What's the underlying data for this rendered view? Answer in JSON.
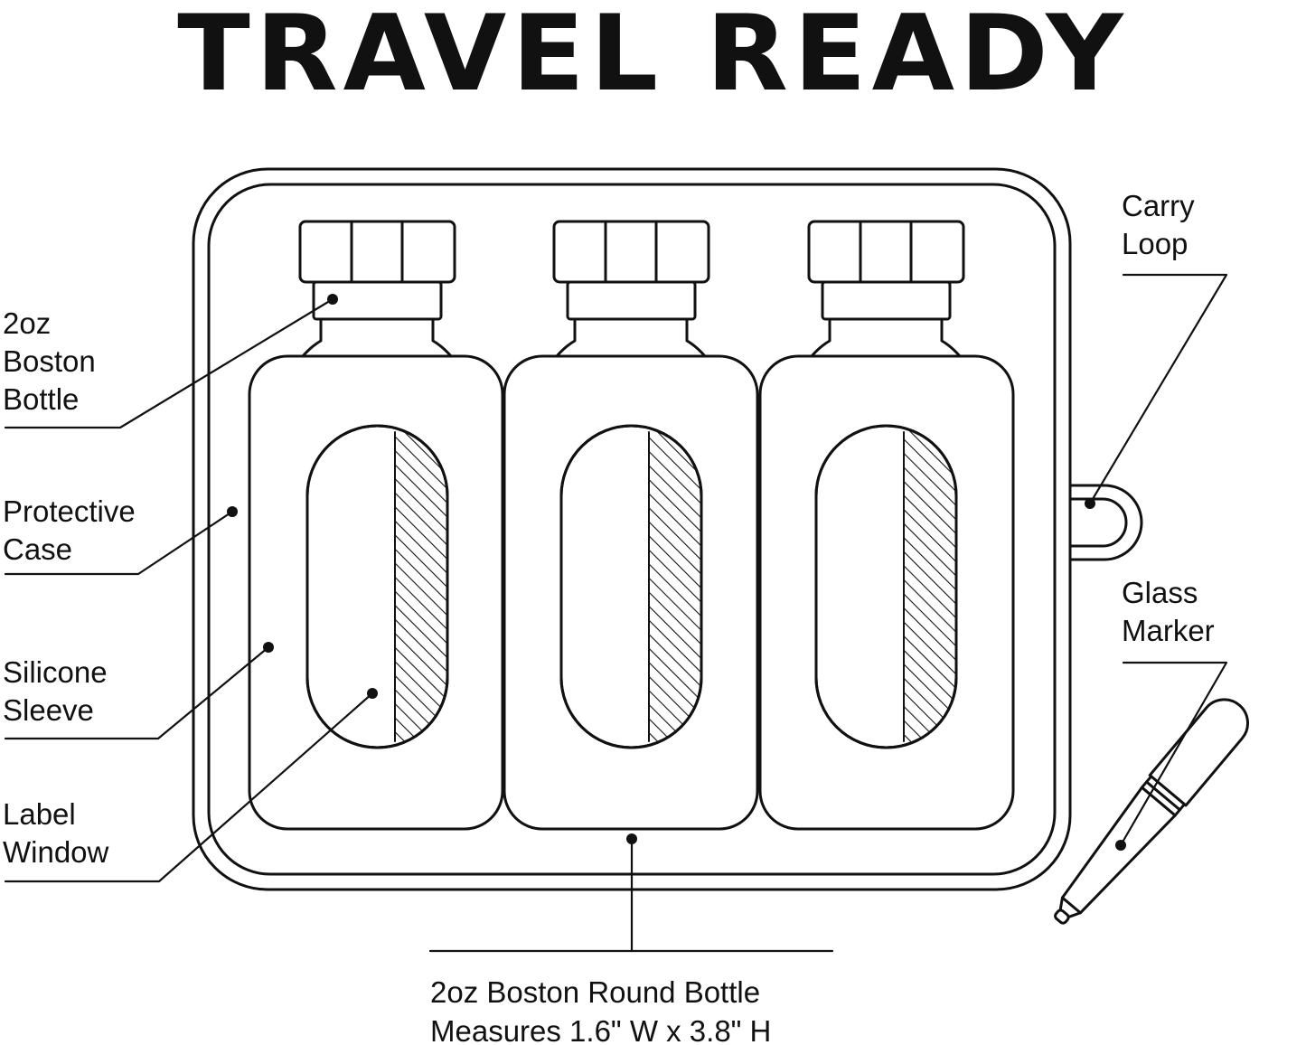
{
  "title": "TRAVEL READY",
  "labels": {
    "boston_bottle": [
      "2oz",
      "Boston",
      "Bottle"
    ],
    "protective_case": [
      "Protective",
      "Case"
    ],
    "silicone_sleeve": [
      "Silicone",
      "Sleeve"
    ],
    "label_window": [
      "Label",
      "Window"
    ],
    "carry_loop": [
      "Carry",
      "Loop"
    ],
    "glass_marker": [
      "Glass",
      "Marker"
    ]
  },
  "caption": {
    "line1": "2oz Boston Round Bottle",
    "line2": "Measures 1.6\" W x 3.8\" H"
  },
  "colors": {
    "ink": "#111111",
    "background": "#ffffff"
  }
}
